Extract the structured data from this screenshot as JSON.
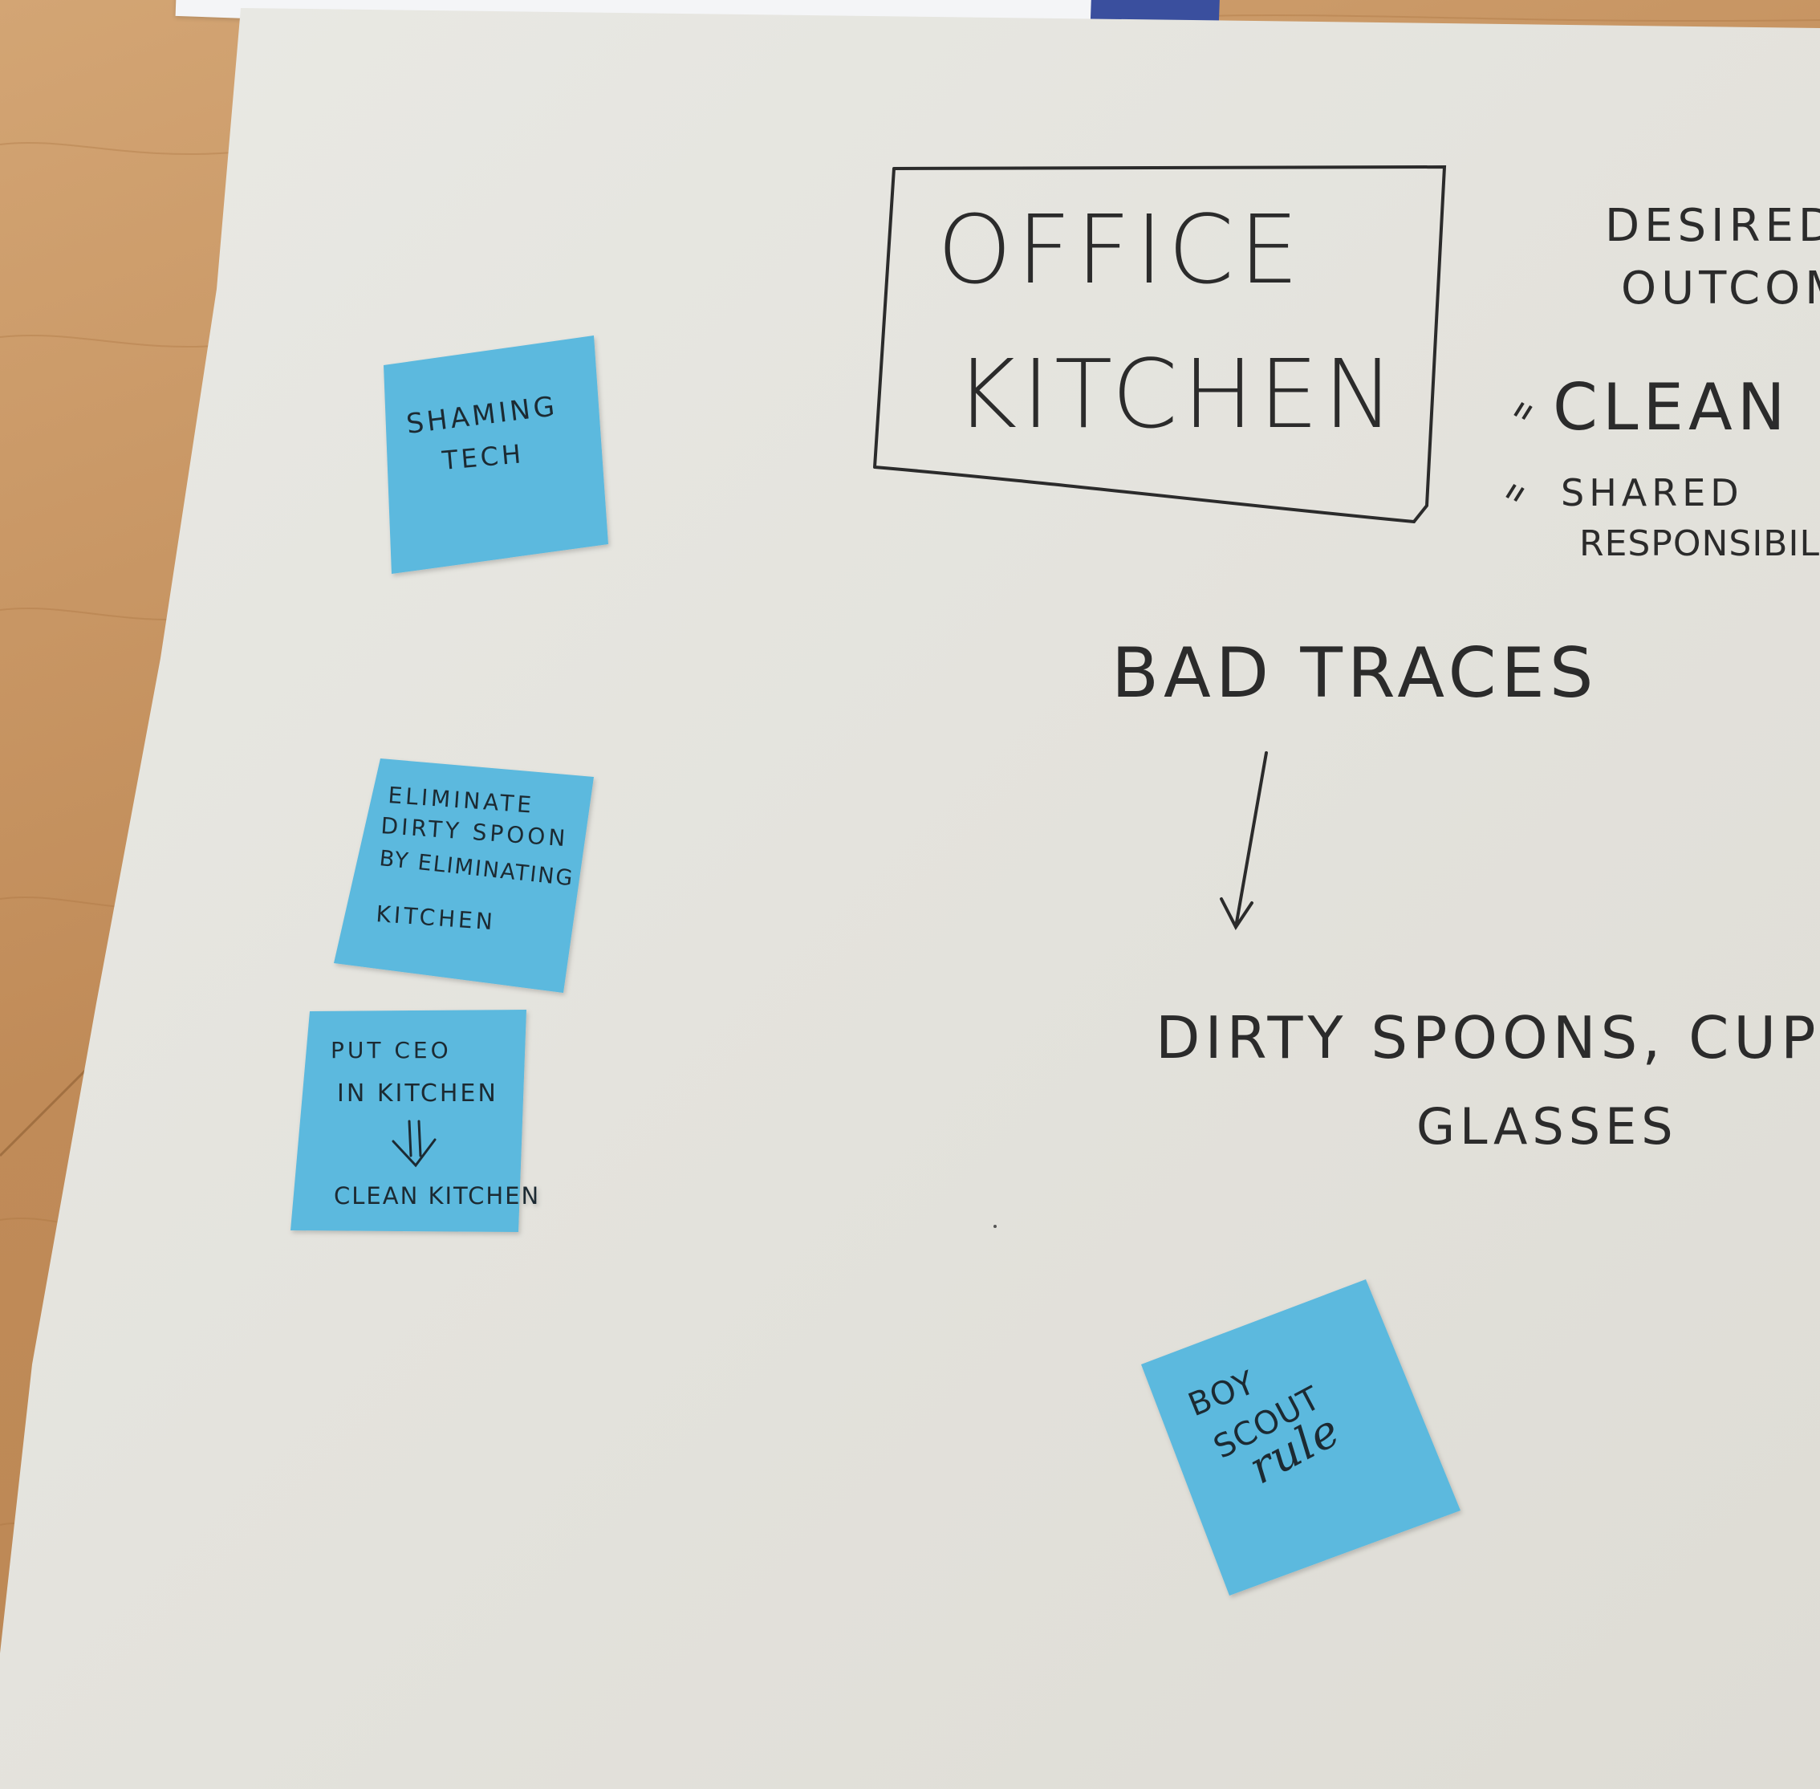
{
  "board": {
    "title_line1": "OFFICE",
    "title_line2": "KITCHEN",
    "desired_line1": "DESIRED",
    "desired_line2": "OUTCOME",
    "bullet_clean": "CLEAN",
    "bullet_shared_line1": "SHARED",
    "bullet_shared_line2": "RESPONSIBILITY",
    "bad_traces": "BAD TRACES",
    "traces_line1": "DIRTY SPOONS, CUPS,",
    "traces_line2": "GLASSES"
  },
  "sticky_notes": [
    {
      "lines": [
        "SHAMING",
        "TECH"
      ]
    },
    {
      "lines": [
        "ELIMINATE",
        "DIRTY SPOON",
        "BY ELIMINATING",
        "KITCHEN"
      ]
    },
    {
      "lines": [
        "PUT CEO",
        "IN KITCHEN",
        "CLEAN KITCHEN"
      ]
    },
    {
      "lines": [
        "BOY",
        "SCOUT",
        "rule"
      ]
    }
  ],
  "colors": {
    "sticky": "#5bb9de",
    "paper": "#e6e6e0",
    "marker": "#2b2b2b",
    "table": "#c48f5c"
  }
}
